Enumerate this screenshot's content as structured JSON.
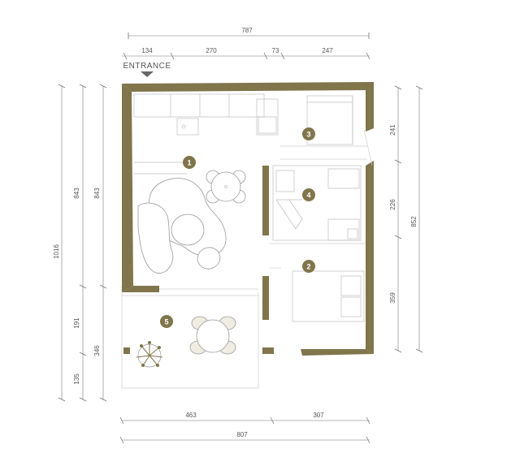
{
  "colors": {
    "wall": "#80754b",
    "badge": "#80754b",
    "dimension_line": "#777777",
    "furniture": "#bdbdbd"
  },
  "labels": {
    "entrance": "ENTRANCE"
  },
  "rooms": [
    {
      "number": "1"
    },
    {
      "number": "2"
    },
    {
      "number": "3"
    },
    {
      "number": "4"
    },
    {
      "number": "5"
    }
  ],
  "dimensions": {
    "top_total": "787",
    "top_segments": [
      "134",
      "270",
      "73",
      "247"
    ],
    "bottom_segments": [
      "463",
      "307"
    ],
    "bottom_total": "807",
    "left_outer": "1016",
    "left_inner_a": [
      "843",
      "191",
      "135"
    ],
    "left_inner_b": [
      "843",
      "346"
    ],
    "right_segments": [
      "241",
      "226",
      "359"
    ],
    "right_total": "852"
  },
  "icons": [
    "entrance-arrow-icon",
    "plant-icon"
  ]
}
